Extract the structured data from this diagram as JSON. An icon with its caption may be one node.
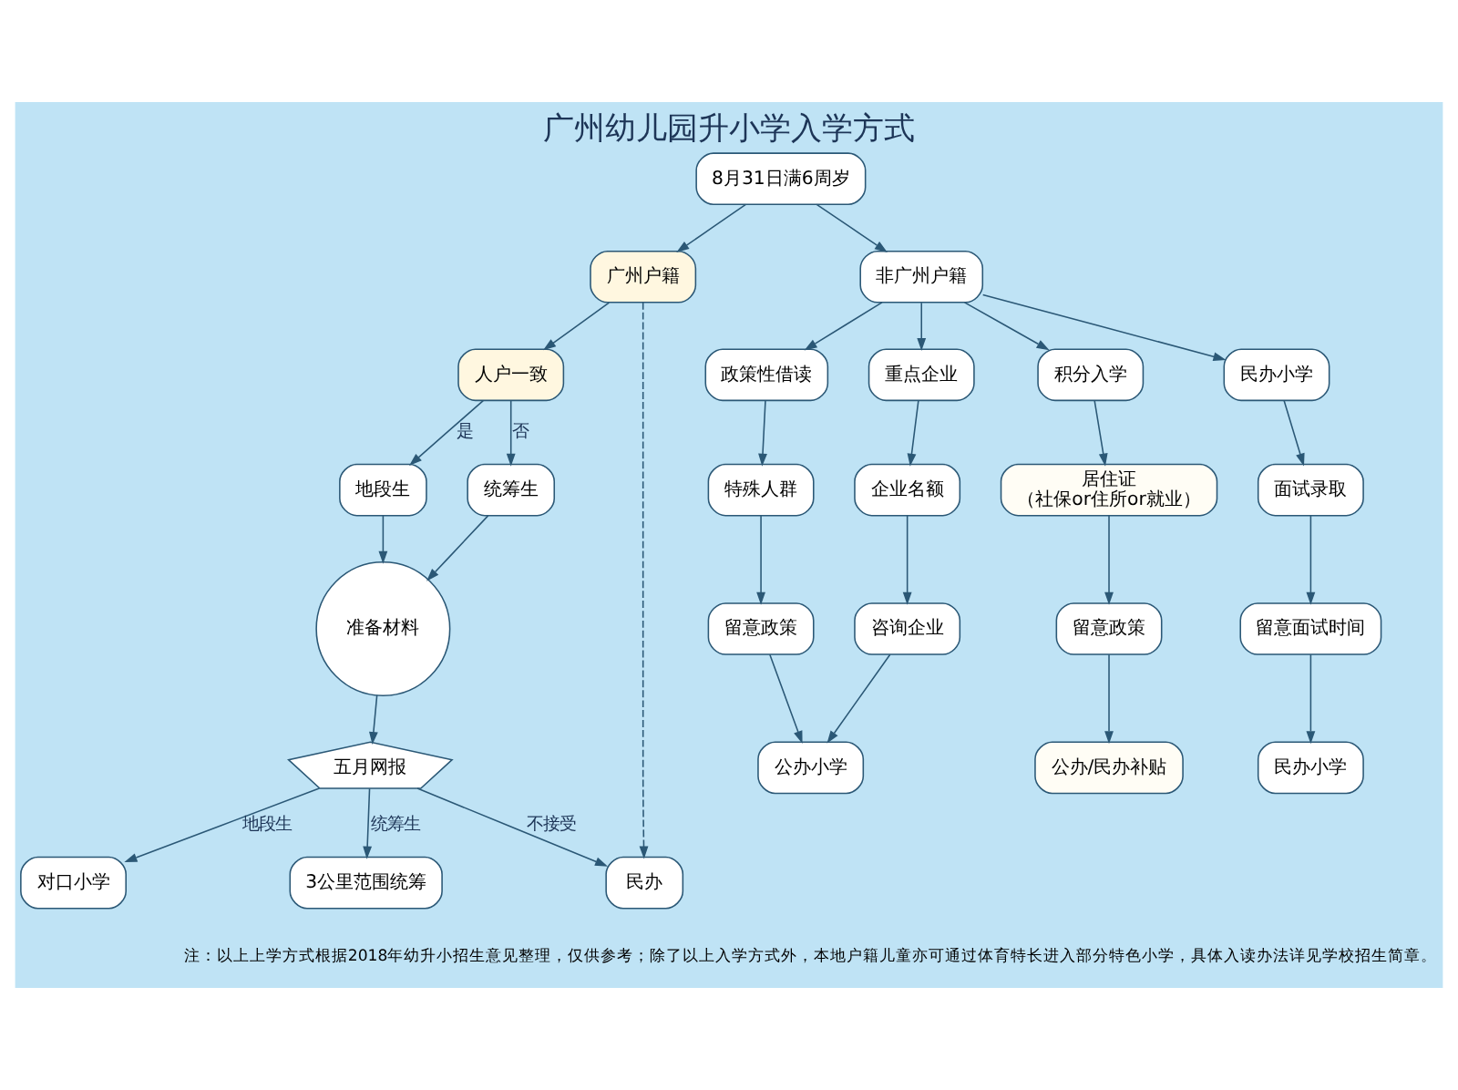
{
  "diagram": {
    "title": "广州幼儿园升小学入学方式",
    "nodes": [
      {
        "text": [
          "8月31日满6周岁"
        ]
      },
      {
        "text": [
          "广州户籍"
        ]
      },
      {
        "text": [
          "非广州户籍"
        ]
      },
      {
        "text": [
          "人户一致"
        ]
      },
      {
        "text": [
          "地段生"
        ]
      },
      {
        "text": [
          "统筹生"
        ]
      },
      {
        "text": [
          "准备材料"
        ]
      },
      {
        "text": [
          "五月网报"
        ]
      },
      {
        "text": [
          "民办"
        ]
      },
      {
        "text": [
          "对口小学"
        ]
      },
      {
        "text": [
          "3公里范围统筹"
        ]
      },
      {
        "text": [
          "政策性借读"
        ]
      },
      {
        "text": [
          "重点企业"
        ]
      },
      {
        "text": [
          "积分入学"
        ]
      },
      {
        "text": [
          "民办小学"
        ]
      },
      {
        "text": [
          "特殊人群"
        ]
      },
      {
        "text": [
          "企业名额"
        ]
      },
      {
        "text": [
          "居住证",
          "（社保or住所or就业）"
        ]
      },
      {
        "text": [
          "留意政策"
        ]
      },
      {
        "text": [
          "咨询企业"
        ]
      },
      {
        "text": [
          "留意政策"
        ]
      },
      {
        "text": [
          "面试录取"
        ]
      },
      {
        "text": [
          "公办小学"
        ]
      },
      {
        "text": [
          "公办/民办补贴"
        ]
      },
      {
        "text": [
          "留意面试时间"
        ]
      },
      {
        "text": [
          "民办小学"
        ]
      }
    ],
    "edges": [
      {
        "from": 0,
        "to": 1,
        "arrow": "to"
      },
      {
        "from": 0,
        "to": 2,
        "arrow": "to"
      },
      {
        "from": 1,
        "to": 3,
        "arrow": "to"
      },
      {
        "from": 1,
        "to": 8,
        "arrow": "to",
        "style": "dashed"
      },
      {
        "from": 3,
        "to": 4,
        "arrow": "to",
        "label": "是"
      },
      {
        "from": 3,
        "to": 5,
        "arrow": "to",
        "label": "否"
      },
      {
        "from": 4,
        "to": 6,
        "arrow": "to"
      },
      {
        "from": 5,
        "to": 6,
        "arrow": "to"
      },
      {
        "from": 6,
        "to": 7,
        "arrow": "to"
      },
      {
        "from": 7,
        "to": 9,
        "arrow": "to",
        "label": "地段生"
      },
      {
        "from": 7,
        "to": 10,
        "arrow": "to",
        "label": "统筹生"
      },
      {
        "from": 7,
        "to": 8,
        "arrow": "to",
        "label": "不接受"
      },
      {
        "from": 2,
        "to": 11,
        "arrow": "to"
      },
      {
        "from": 2,
        "to": 12,
        "arrow": "to"
      },
      {
        "from": 2,
        "to": 13,
        "arrow": "to"
      },
      {
        "from": 2,
        "to": 14,
        "arrow": "to"
      },
      {
        "from": 11,
        "to": 15,
        "arrow": "to"
      },
      {
        "from": 12,
        "to": 16,
        "arrow": "to"
      },
      {
        "from": 13,
        "to": 17,
        "arrow": "to"
      },
      {
        "from": 14,
        "to": 21,
        "arrow": "to"
      },
      {
        "from": 15,
        "to": 18,
        "arrow": "to"
      },
      {
        "from": 16,
        "to": 19,
        "arrow": "to"
      },
      {
        "from": 17,
        "to": 20,
        "arrow": "to"
      },
      {
        "from": 21,
        "to": 24,
        "arrow": "to"
      },
      {
        "from": 18,
        "to": 22,
        "arrow": "to"
      },
      {
        "from": 19,
        "to": 22,
        "arrow": "to"
      },
      {
        "from": 20,
        "to": 23,
        "arrow": "to"
      },
      {
        "from": 24,
        "to": 25,
        "arrow": "to"
      }
    ],
    "labels": [
      "注：以上上学方式根据2018年幼升小招生意见整理，仅供参考；除了以上入学方式外，本地户籍儿童亦可通过体育特长进入部分特色小学，具体入读办法详见学校招生简章。"
    ]
  }
}
